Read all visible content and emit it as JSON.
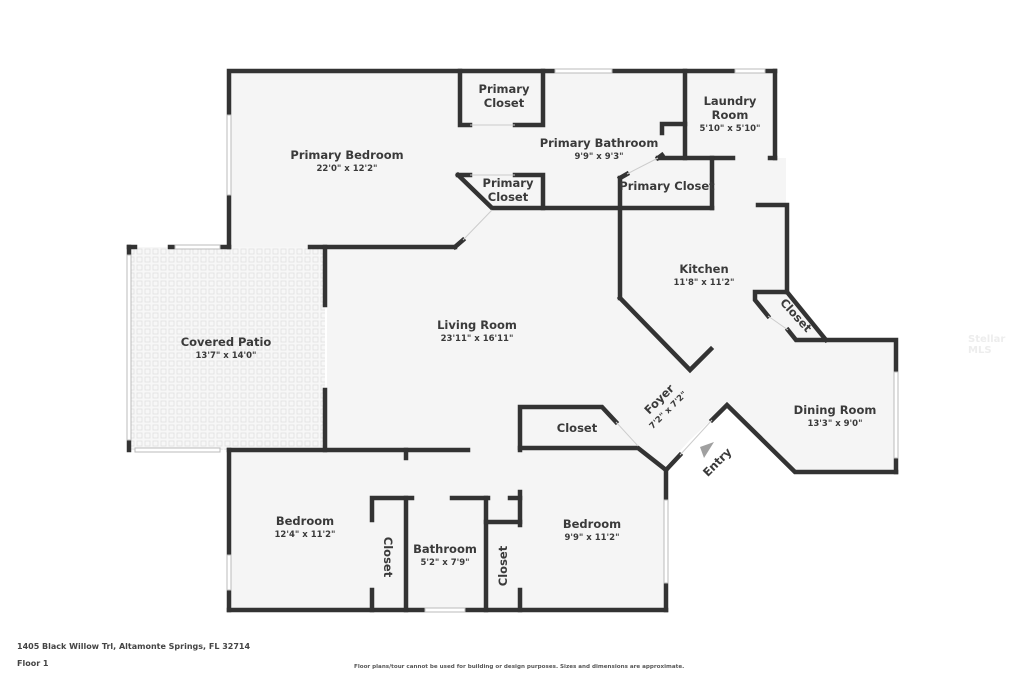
{
  "floor_plan": {
    "address": "1405 Black Willow Trl, Altamonte Springs, FL 32714",
    "floor_label": "Floor 1",
    "disclaimer": "Floor plans/tour cannot be used for building or design purposes. Sizes and dimensions are approximate.",
    "watermark": "Stellar MLS",
    "colors": {
      "wall": "#333333",
      "floor": "#f5f5f5",
      "patio_tile": "#dddddd",
      "background": "#ffffff",
      "entry_arrow": "#a0a0a0"
    },
    "rooms": {
      "primary_bedroom": {
        "name": "Primary Bedroom",
        "dims": "22'0\" x 12'2\""
      },
      "primary_closet_top": {
        "name_l1": "Primary",
        "name_l2": "Closet"
      },
      "primary_closet_mid": {
        "name_l1": "Primary",
        "name_l2": "Closet"
      },
      "primary_bathroom": {
        "name": "Primary Bathroom",
        "dims": "9'9\" x 9'3\""
      },
      "primary_closet_right": {
        "name": "Primary Closet"
      },
      "laundry_room": {
        "name_l1": "Laundry",
        "name_l2": "Room",
        "dims": "5'10\" x 5'10\""
      },
      "kitchen": {
        "name": "Kitchen",
        "dims": "11'8\" x 11'2\""
      },
      "kitchen_closet": {
        "name": "Closet"
      },
      "covered_patio": {
        "name": "Covered Patio",
        "dims": "13'7\" x 14'0\""
      },
      "living_room": {
        "name": "Living Room",
        "dims": "23'11\" x 16'11\""
      },
      "foyer": {
        "name": "Foyer",
        "dims": "7'2\" x 7'2\""
      },
      "foyer_closet": {
        "name": "Closet"
      },
      "dining_room": {
        "name": "Dining Room",
        "dims": "13'3\" x 9'0\""
      },
      "entry": {
        "name": "Entry"
      },
      "bedroom_left": {
        "name": "Bedroom",
        "dims": "12'4\" x 11'2\""
      },
      "bedroom_left_closet": {
        "name": "Closet"
      },
      "bathroom": {
        "name": "Bathroom",
        "dims": "5'2\" x 7'9\""
      },
      "bathroom_closet": {
        "name": "Closet"
      },
      "bedroom_right": {
        "name": "Bedroom",
        "dims": "9'9\" x 11'2\""
      }
    }
  }
}
